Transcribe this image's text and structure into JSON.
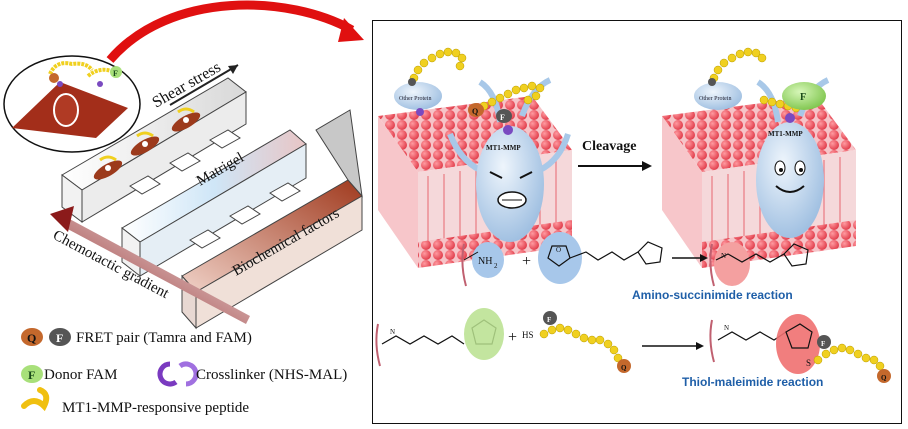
{
  "left_panel": {
    "shear_label": "Shear stress",
    "matrigel_label": "Matrigel",
    "biochem_label": "Biochemical factors",
    "chemotactic_label": "Chemotactic gradient",
    "fam_letter": "F"
  },
  "legend": {
    "q_letter": "Q",
    "f_letter": "F",
    "fret_label": "FRET pair (Tamra and FAM)",
    "donor_letter": "F",
    "donor_label": "Donor FAM",
    "crosslinker_label": "Crosslinker (NHS-MAL)",
    "peptide_label": "MT1-MMP-responsive peptide"
  },
  "right_panel": {
    "other_protein_1": "Other Protein",
    "other_protein_2": "Other Protein",
    "mmp_1": "MT1-MMP",
    "mmp_2": "MT1-MMP",
    "q_letter": "Q",
    "f_letter": "F",
    "donor_letter": "F",
    "cleavage_label": "Cleavage",
    "nh2_label": "NH",
    "nh2_sub": "2",
    "plus_1": "+",
    "plus_2": "+",
    "amino_reaction": "Amino-succinimide reaction",
    "thiol_reaction": "Thiol-maleimide reaction",
    "hs_label": "HS",
    "s_label": "S",
    "nh_label_1": "N",
    "nh_label_2": "N",
    "nh_label_3": "N",
    "o_label": "O",
    "q_small": "Q",
    "f_small_1": "F",
    "f_small_2": "F",
    "q_small_2": "Q"
  },
  "colors": {
    "membrane": "#f25a63",
    "protein": "#b9d3ee",
    "donor_green": "#a8e07a",
    "quencher_orange": "#c4682c",
    "fam_gray": "#555555",
    "peptide_yellow": "#f0d020",
    "arrow_red": "#e01010",
    "chem_blue": "#1f5fa8",
    "cell_brown": "#8b2a1a"
  }
}
